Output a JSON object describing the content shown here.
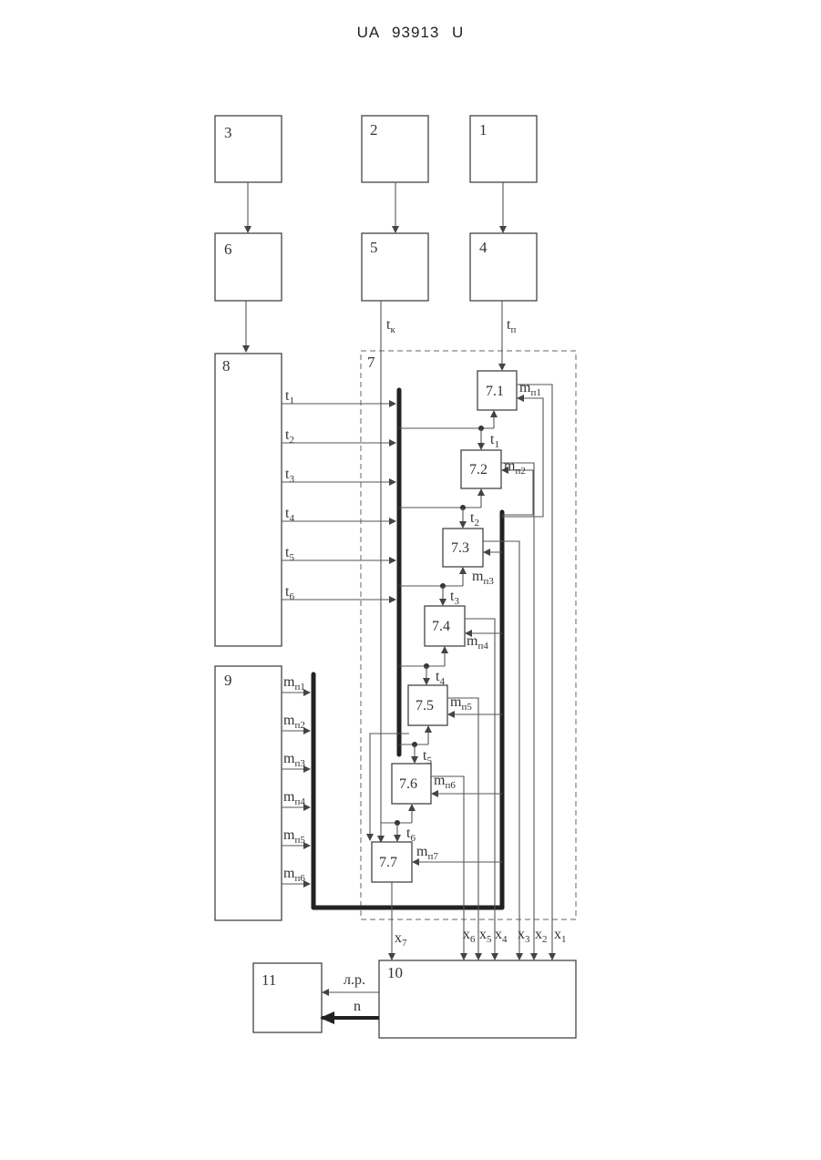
{
  "header": "UA 93913 U",
  "blocks": {
    "b1": "1",
    "b2": "2",
    "b3": "3",
    "b4": "4",
    "b5": "5",
    "b6": "6",
    "b7": "7",
    "b8": "8",
    "b9": "9",
    "b10": "10",
    "b11": "11",
    "b7_1": "7.1",
    "b7_2": "7.2",
    "b7_3": "7.3",
    "b7_4": "7.4",
    "b7_5": "7.5",
    "b7_6": "7.6",
    "b7_7": "7.7"
  },
  "signals": {
    "t": "t",
    "tk_sub": "к",
    "tp_sub": "п",
    "m": "m",
    "x": "x",
    "lr": "л.р.",
    "n": "n",
    "t_subs": [
      "1",
      "2",
      "3",
      "4",
      "5",
      "6"
    ],
    "m_subs": [
      "п1",
      "п2",
      "п3",
      "п4",
      "п5",
      "п6",
      "п7"
    ],
    "x_subs": [
      "1",
      "2",
      "3",
      "4",
      "5",
      "6",
      "7"
    ]
  }
}
